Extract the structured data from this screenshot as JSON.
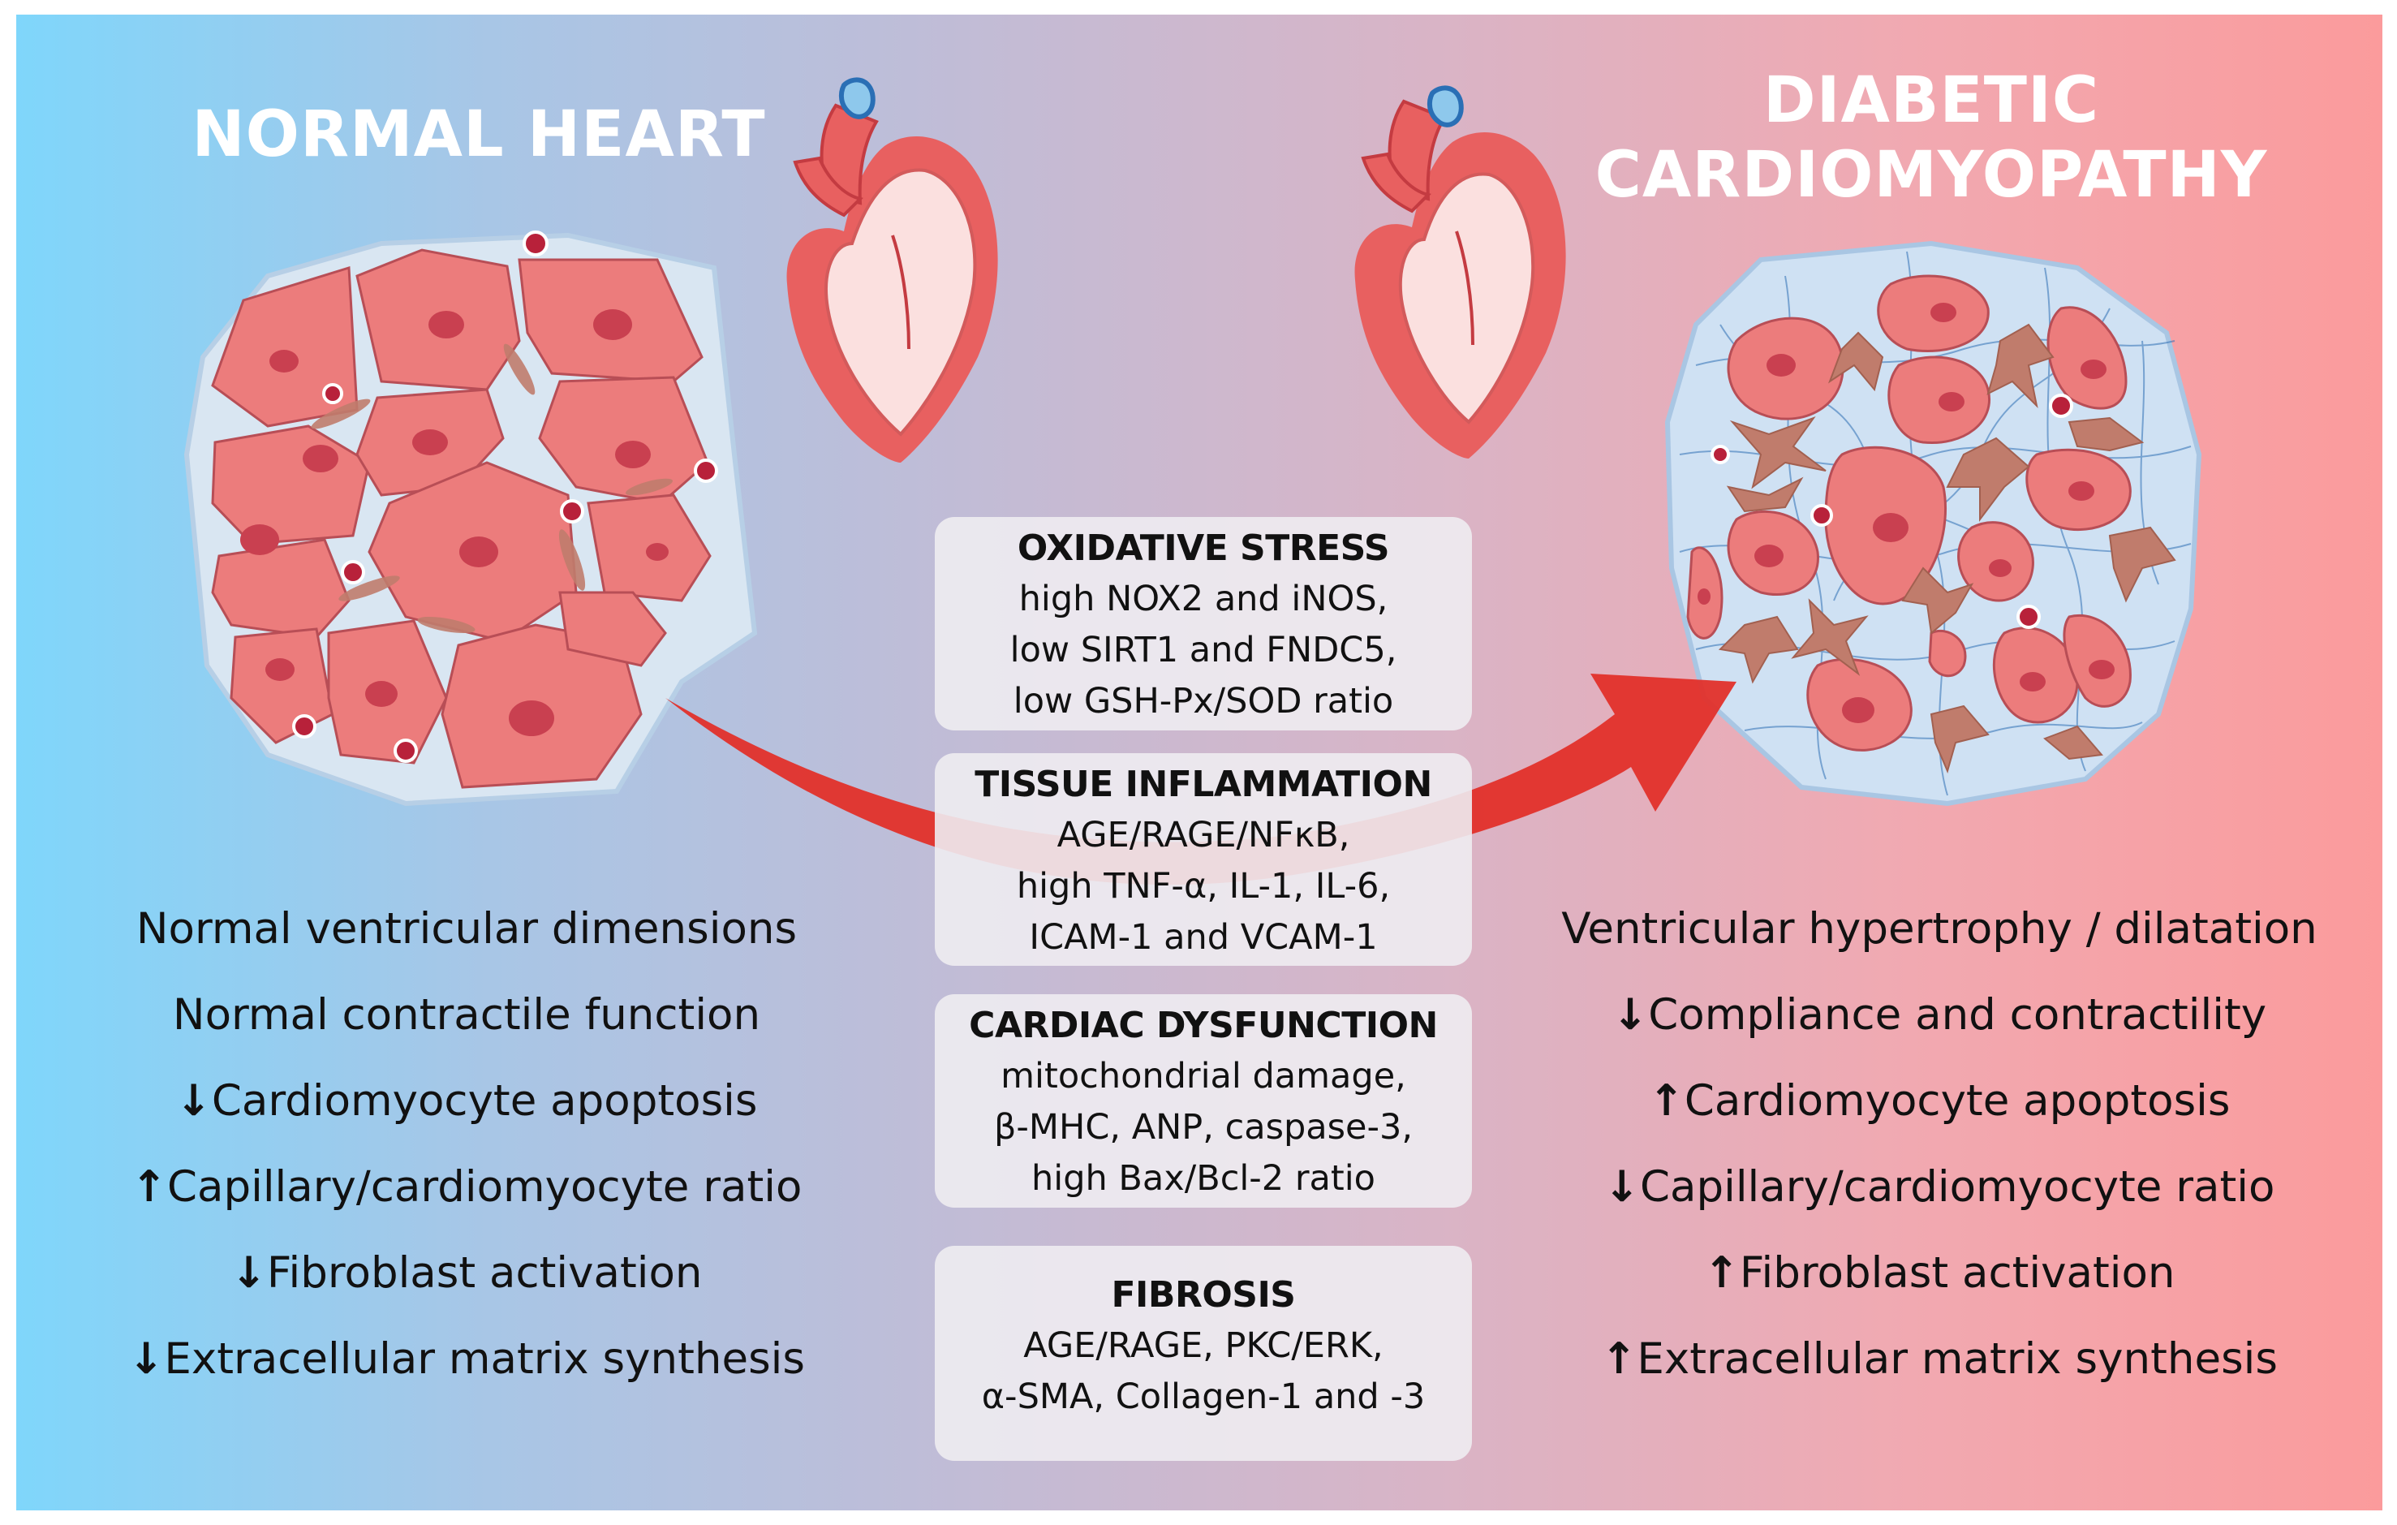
{
  "titles": {
    "normal": "NORMAL HEART",
    "diabetic_line1": "DIABETIC",
    "diabetic_line2": "CARDIOMYOPATHY"
  },
  "boxes": [
    {
      "heading": "OXIDATIVE STRESS",
      "lines": [
        "high NOX2 and iNOS,",
        "low SIRT1 and FNDC5,",
        "low GSH-Px/SOD ratio"
      ]
    },
    {
      "heading": "TISSUE INFLAMMATION",
      "lines": [
        "AGE/RAGE/NFκB,",
        "high TNF-α, IL-1, IL-6,",
        "ICAM-1 and VCAM-1"
      ]
    },
    {
      "heading": "CARDIAC DYSFUNCTION",
      "lines": [
        "mitochondrial damage,",
        "β-MHC, ANP, caspase-3,",
        "high Bax/Bcl-2 ratio"
      ]
    },
    {
      "heading": "FIBROSIS",
      "lines": [
        "AGE/RAGE, PKC/ERK,",
        "α-SMA, Collagen-1 and -3"
      ]
    }
  ],
  "normal_list": [
    {
      "arrow": "",
      "text": "Normal ventricular dimensions"
    },
    {
      "arrow": "",
      "text": "Normal contractile function"
    },
    {
      "arrow": "↓",
      "text": "Cardiomyocyte apoptosis"
    },
    {
      "arrow": "↑",
      "text": "Capillary/cardiomyocyte ratio"
    },
    {
      "arrow": "↓",
      "text": "Fibroblast activation"
    },
    {
      "arrow": "↓",
      "text": "Extracellular matrix synthesis"
    }
  ],
  "diabetic_list": [
    {
      "arrow": "",
      "text": "Ventricular hypertrophy / dilatation"
    },
    {
      "arrow": "↓",
      "text": "Compliance and contractility"
    },
    {
      "arrow": "↑",
      "text": "Cardiomyocyte apoptosis"
    },
    {
      "arrow": "↓",
      "text": "Capillary/cardiomyocyte ratio"
    },
    {
      "arrow": "↑",
      "text": "Fibroblast activation"
    },
    {
      "arrow": "↑",
      "text": "Extracellular matrix synthesis"
    }
  ],
  "colors": {
    "cell": "#ec7c7c",
    "nucleus": "#c94050",
    "tissue_bg": "#dbe7f3",
    "transition_arrow": "#e2302a",
    "fibroblast": "#c07c6c"
  }
}
